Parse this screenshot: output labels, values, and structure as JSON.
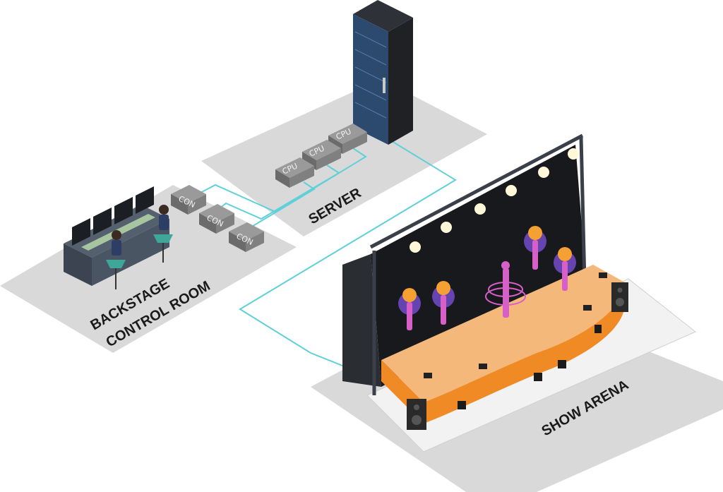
{
  "labels": {
    "server": "SERVER",
    "backstage_line1": "BACKSTAGE",
    "backstage_line2": "CONTROL ROOM",
    "show_arena": "SHOW ARENA"
  },
  "cpu_label": "CPU",
  "con_label": "CON",
  "cpu_count": 3,
  "con_count": 3,
  "colors": {
    "floor": "#d9d9d9",
    "cable": "#5fd0d8",
    "box_top": "#8c8c8c",
    "box_side": "#6b6b6b",
    "rack": "#1f2125",
    "stage_floor": "#f4b87a",
    "stage_front": "#f08a24",
    "backdrop": "#17191c",
    "truss": "#3a3f4a",
    "dancer": "#d660c8",
    "feather_orange": "#f5a033",
    "feather_purple": "#7b4fd6",
    "desk": "#3b4450",
    "screen": "#1b1f24",
    "chair": "#3fa79a"
  }
}
